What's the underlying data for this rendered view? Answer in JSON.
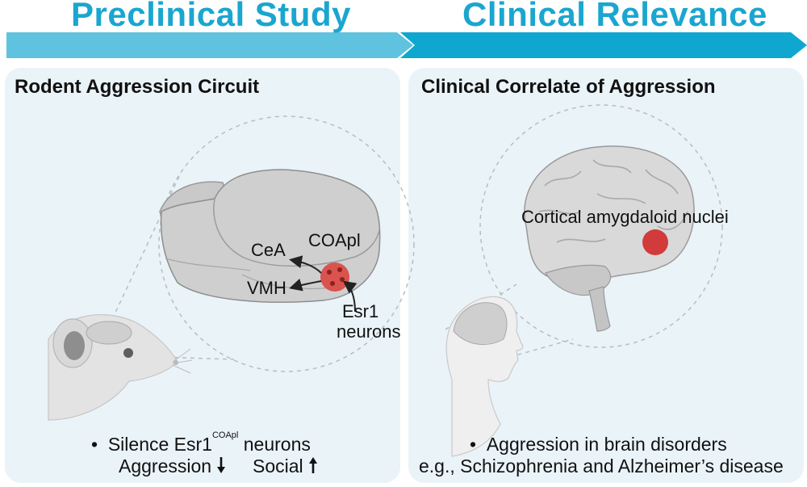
{
  "headers": {
    "left": "Preclinical Study",
    "right": "Clinical Relevance"
  },
  "left_panel": {
    "title": "Rodent Aggression Circuit",
    "labels": {
      "cea": "CeA",
      "coapl": "COApl",
      "vmh": "VMH",
      "esr1_line1": "Esr1",
      "esr1_line2": "neurons"
    },
    "bullet": {
      "prefix": "Silence Esr1",
      "superscript": "COApl",
      "suffix": " neurons"
    },
    "effects": {
      "aggression": "Aggression",
      "social": "Social"
    }
  },
  "right_panel": {
    "title": "Clinical Correlate of Aggression",
    "labels": {
      "cortical": "Cortical amygdaloid nuclei"
    },
    "bullet": "Aggression in brain disorders",
    "example": "e.g., Schizophrenia and Alzheimer’s disease"
  },
  "colors": {
    "header_text": "#1aa6cf",
    "arrow_light": "#5fc3df",
    "arrow_dark": "#0fa7cf",
    "panel_bg": "#eaf3f8",
    "highlight_red": "#d23b3b"
  }
}
